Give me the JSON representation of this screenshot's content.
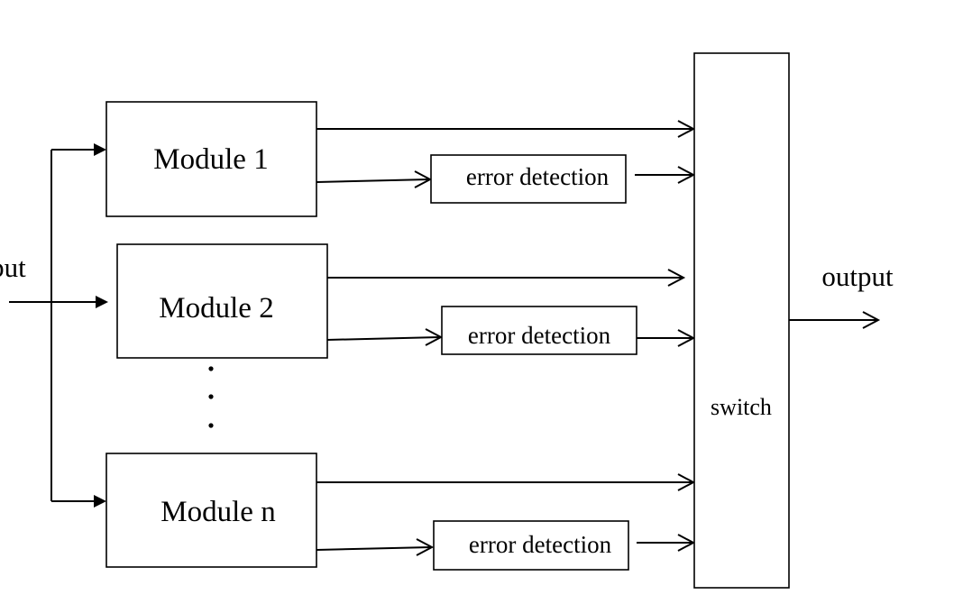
{
  "diagram": {
    "input_label": "input",
    "output_label": "output",
    "switch_label": "switch",
    "modules": [
      {
        "label": "Module 1",
        "detector_label": "error detection"
      },
      {
        "label": "Module 2",
        "detector_label": "error detection"
      },
      {
        "label": "Module n",
        "detector_label": "error detection"
      }
    ],
    "ellipsis": "..."
  }
}
